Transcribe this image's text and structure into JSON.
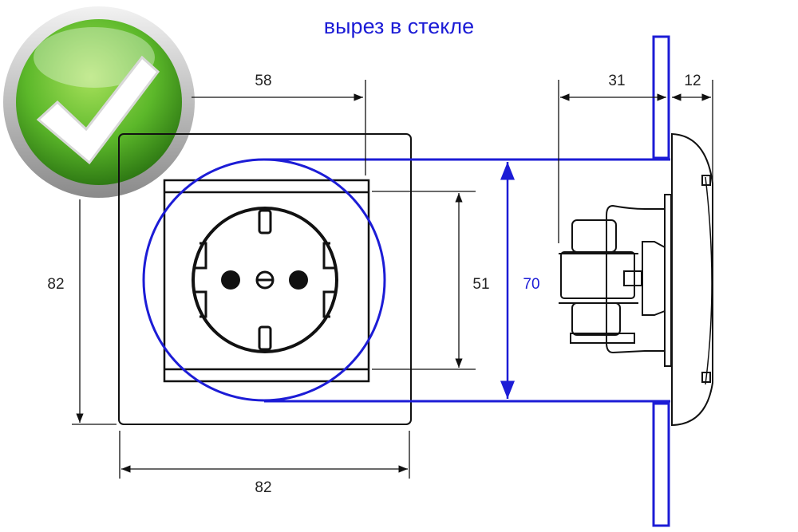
{
  "title": "вырез в стекле",
  "dimensions": {
    "plate_width_top": "58",
    "height_left": "82",
    "width_bottom": "82",
    "inner_height": "51",
    "cutout_diameter": "70",
    "depth": "31",
    "glass_thickness": "12"
  },
  "colors": {
    "accent_blue": "#1c1cd6",
    "badge_green": "#5cb82a"
  },
  "badge": {
    "icon": "checkmark-icon"
  }
}
